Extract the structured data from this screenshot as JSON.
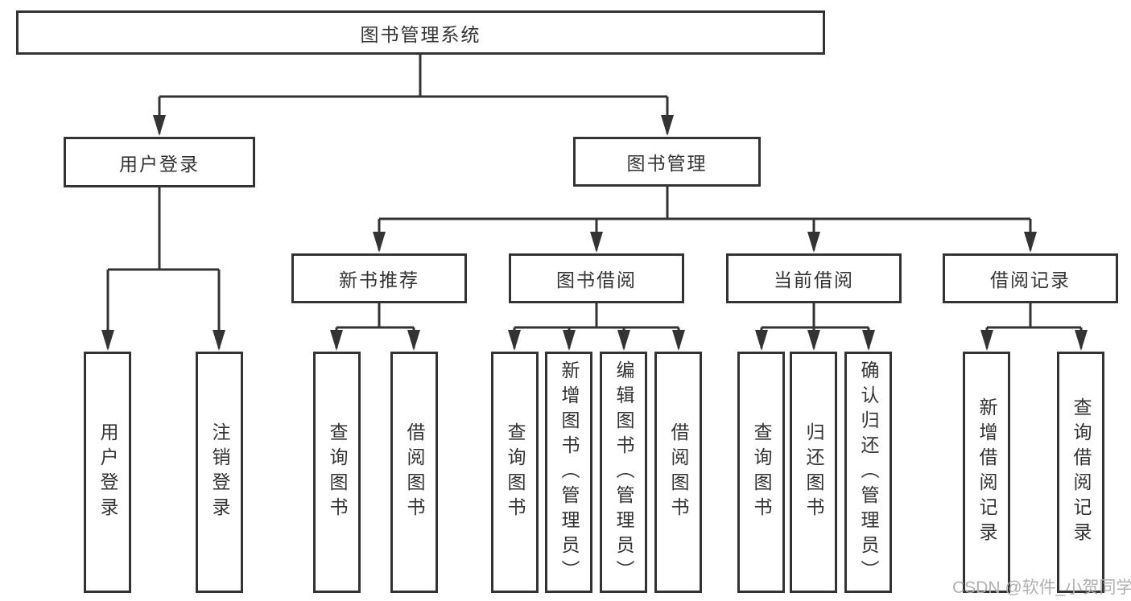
{
  "diagram": {
    "root": {
      "label": "图书管理系统"
    },
    "level2": [
      {
        "label": "用户登录"
      },
      {
        "label": "图书管理"
      }
    ],
    "level3": [
      {
        "label": "新书推荐"
      },
      {
        "label": "图书借阅"
      },
      {
        "label": "当前借阅"
      },
      {
        "label": "借阅记录"
      }
    ],
    "leaves": [
      {
        "label": "用户登录"
      },
      {
        "label": "注销登录"
      },
      {
        "label": "查询图书"
      },
      {
        "label": "借阅图书"
      },
      {
        "label": "查询图书"
      },
      {
        "label": "新增图书（管理员）"
      },
      {
        "label": "编辑图书（管理员）"
      },
      {
        "label": "借阅图书"
      },
      {
        "label": "查询图书"
      },
      {
        "label": "归还图书"
      },
      {
        "label": "确认归还（管理员）"
      },
      {
        "label": "新增借阅记录"
      },
      {
        "label": "查询借阅记录"
      }
    ]
  },
  "watermark": {
    "text": "CSDN @软件_小贺同学"
  },
  "colors": {
    "line": "#333333",
    "text": "#333333",
    "watermark": "#b0b0b0",
    "background": "#ffffff"
  }
}
